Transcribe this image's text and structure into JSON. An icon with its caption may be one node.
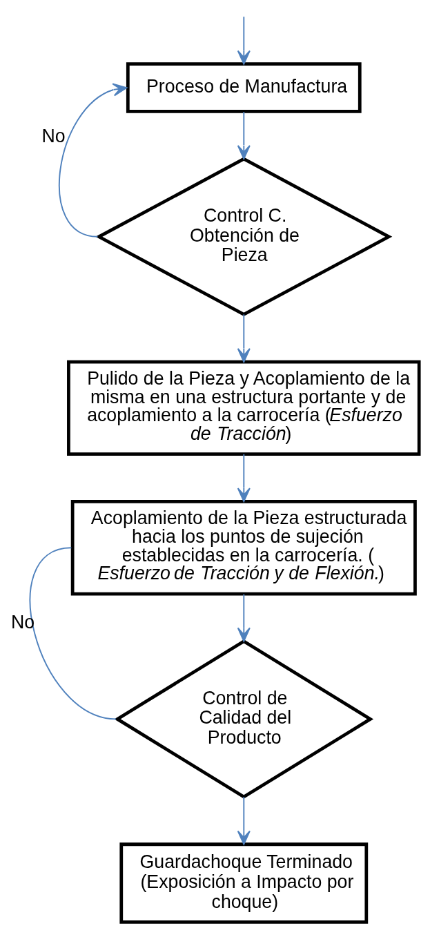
{
  "diagram": {
    "nodes": [
      {
        "text": [
          "Proceso de Manufactura"
        ]
      },
      {
        "text": [
          "Control C.",
          "Obtención de Pieza"
        ]
      },
      {
        "text": [
          "Pulido de la Pieza y Acoplamiento de la misma en una estructura portante y de acoplamiento a la carrocería (*Esfuerzo de Tracción*)"
        ]
      },
      {
        "text": [
          "Acoplamiento de la Pieza estructurada hacia los puntos de sujeción establecidas en la carrocería. (*Esfuerzo de Tracción y de Flexión.*)"
        ]
      },
      {
        "text": [
          "Control de Calidad del Producto"
        ]
      },
      {
        "text": [
          "Guardachoque Terminado (Exposición a Impacto por choque)"
        ]
      }
    ],
    "edges": [
      {
        "from": null,
        "to": 0,
        "arrow": "to"
      },
      {
        "from": 1,
        "to": 0,
        "arrow": "to",
        "label": "No"
      },
      {
        "from": 0,
        "to": 1,
        "arrow": "to"
      },
      {
        "from": 1,
        "to": 2,
        "arrow": "to"
      },
      {
        "from": 2,
        "to": 3,
        "arrow": "to"
      },
      {
        "from": 3,
        "to": 4,
        "arrow": "to"
      },
      {
        "from": 4,
        "to": 3,
        "arrow": "none",
        "label": "No"
      },
      {
        "from": 4,
        "to": 5,
        "arrow": "to"
      }
    ]
  }
}
